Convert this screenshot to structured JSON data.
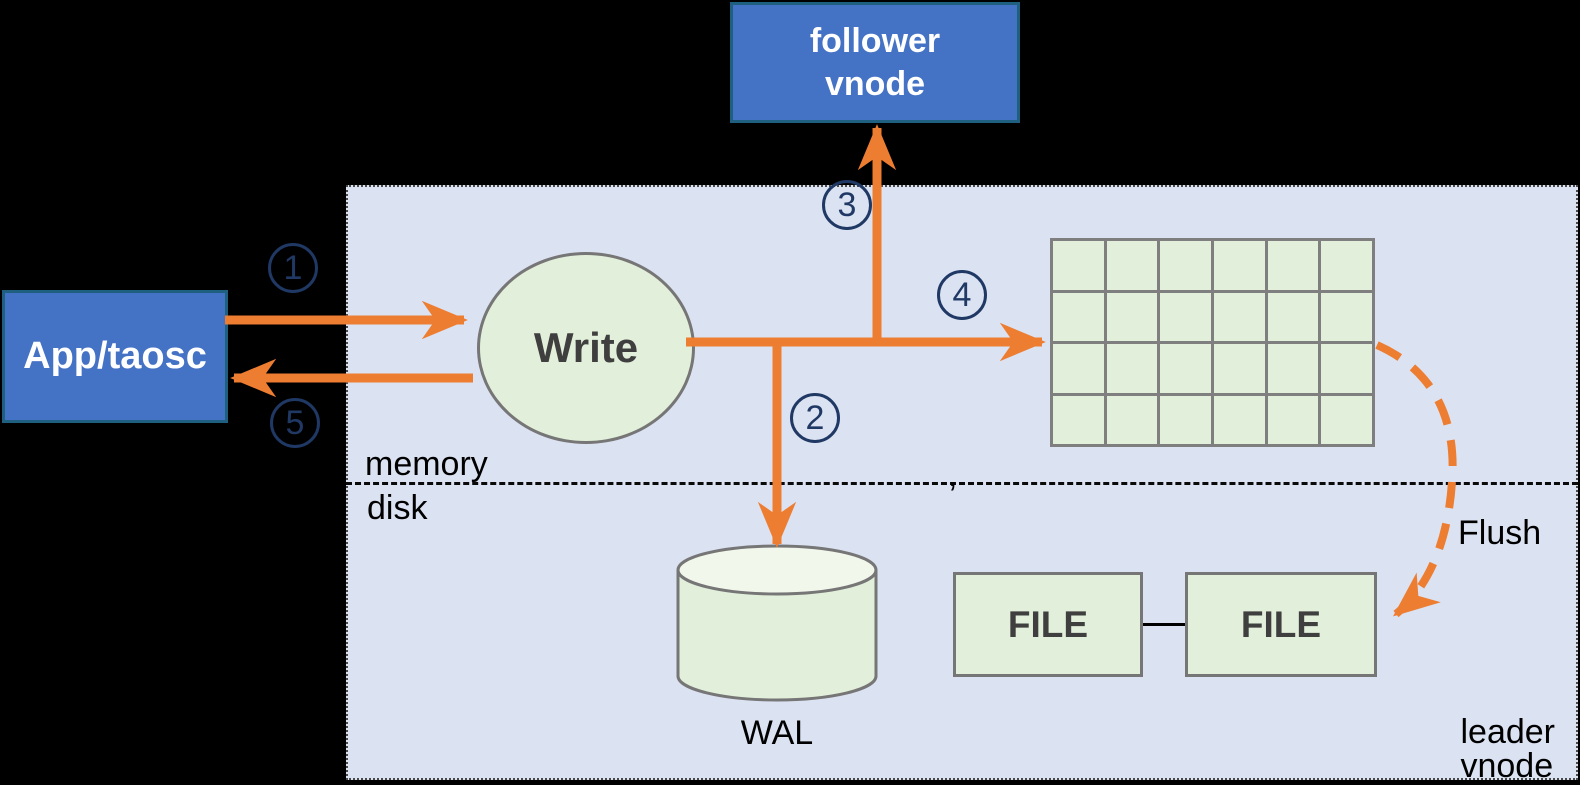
{
  "nodes": {
    "follower": {
      "label": "follower\nvnode"
    },
    "app": {
      "label": "App/taosc"
    },
    "write": {
      "label": "Write"
    },
    "wal": {
      "label": "WAL"
    },
    "file1": {
      "label": "FILE"
    },
    "file2": {
      "label": "FILE"
    },
    "leader": {
      "label": "leader vnode"
    }
  },
  "labels": {
    "memory": "memory",
    "disk": "disk",
    "flush": "Flush",
    "comma": ","
  },
  "steps": [
    "1",
    "2",
    "3",
    "4",
    "5"
  ],
  "grid": {
    "rows": 4,
    "cols": 6
  },
  "colors": {
    "background": "#000000",
    "panel_fill": "#dbe2f2",
    "box_blue_fill": "#4472c4",
    "box_blue_border": "#1f5f7f",
    "shape_green_fill": "#e2efda",
    "shape_green_border": "#767676",
    "arrow_orange": "#ed7d31",
    "step_navy": "#1f3864",
    "text_dark": "#3f3f3f",
    "text_black": "#000000",
    "text_white": "#ffffff"
  }
}
